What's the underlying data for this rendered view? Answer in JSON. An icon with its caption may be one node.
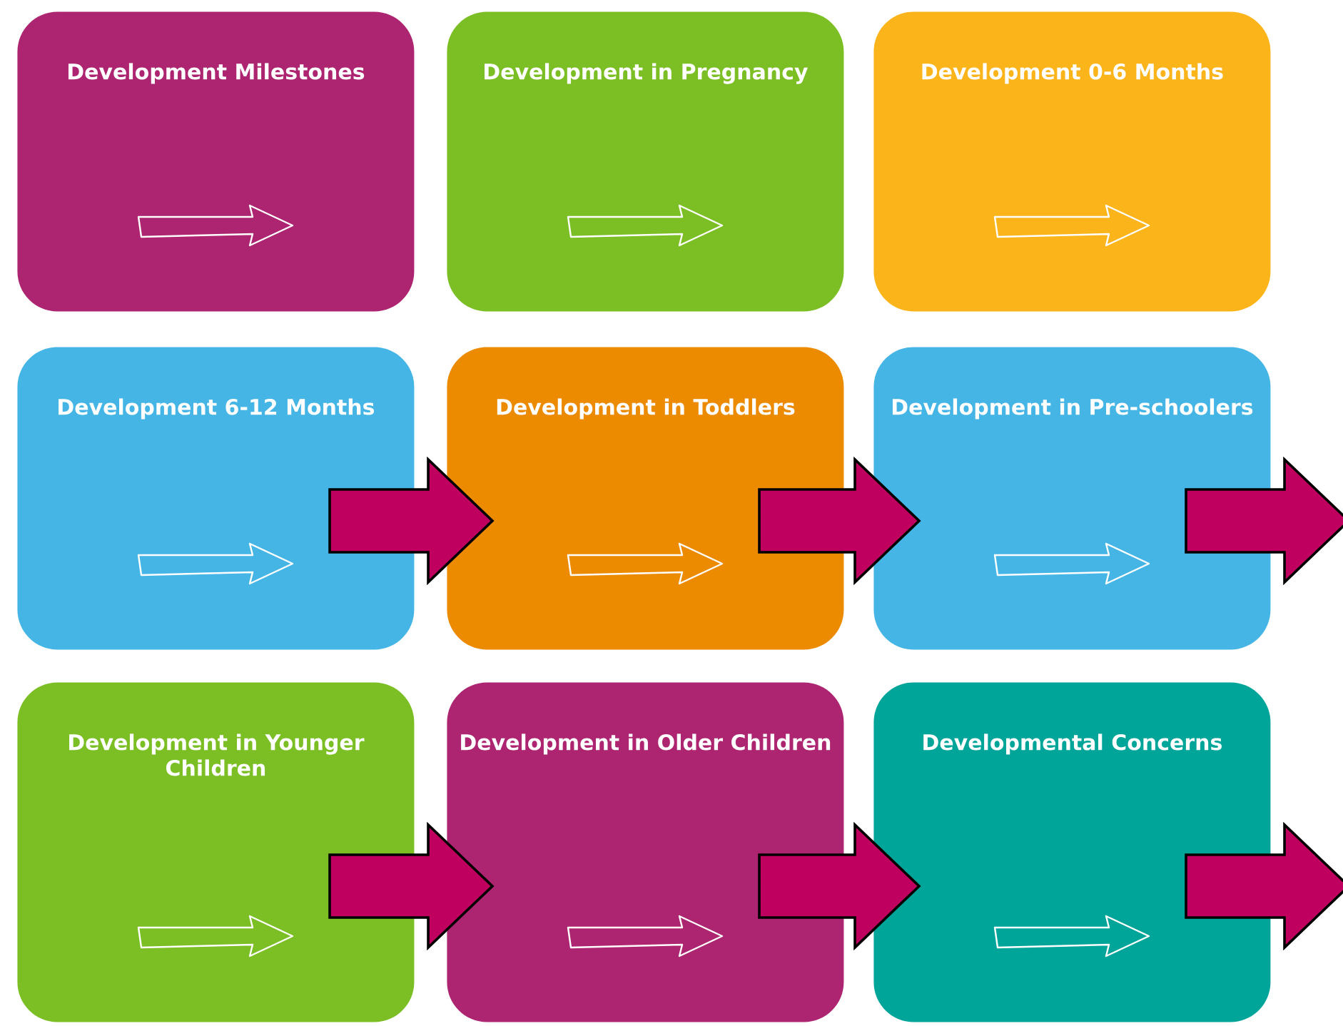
{
  "diagram": {
    "nodes": [
      {
        "text": [
          "Development Milestones"
        ]
      },
      {
        "text": [
          "Development in Pregnancy"
        ]
      },
      {
        "text": [
          "Development 0-6 Months"
        ]
      },
      {
        "text": [
          "Development 6-12 Months"
        ]
      },
      {
        "text": [
          "Development in Toddlers"
        ]
      },
      {
        "text": [
          "Development in Pre-schoolers"
        ]
      },
      {
        "text": [
          "Development in Younger Children"
        ]
      },
      {
        "text": [
          "Development in Older Children"
        ]
      },
      {
        "text": [
          "Developmental Concerns"
        ]
      }
    ],
    "edges": [
      {
        "from": 3,
        "to": 4,
        "arrow": "to"
      },
      {
        "from": 4,
        "to": 5,
        "arrow": "to"
      },
      {
        "from": 5,
        "to": null,
        "arrow": "to"
      },
      {
        "from": 6,
        "to": 7,
        "arrow": "to"
      },
      {
        "from": 7,
        "to": 8,
        "arrow": "to"
      },
      {
        "from": 8,
        "to": null,
        "arrow": "to"
      }
    ]
  }
}
